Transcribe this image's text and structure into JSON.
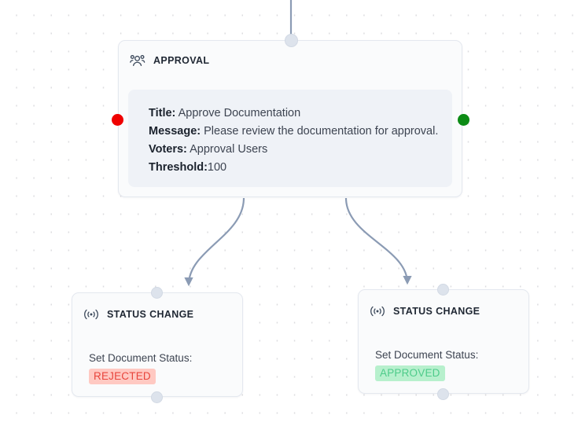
{
  "canvas": {
    "background_color": "#ffffff",
    "dot_grid_color": "#dcdcdf"
  },
  "nodes": {
    "approval": {
      "title": "APPROVAL",
      "icon": "users-group-icon",
      "details": [
        {
          "key": "Title:",
          "value": " Approve Documentation"
        },
        {
          "key": "Message:",
          "value": " Please review the documentation for approval."
        },
        {
          "key": "Voters:",
          "value": " Approval Users"
        },
        {
          "key": "Threshold:",
          "value": "100"
        }
      ],
      "handles": {
        "top": "target-handle",
        "left_label": "reject-output-handle",
        "left_color": "#ef0000",
        "right_label": "approve-output-handle",
        "right_color": "#0c8b15"
      }
    },
    "status_rejected": {
      "title": "STATUS CHANGE",
      "icon": "broadcast-signal-icon",
      "label": "Set Document Status:",
      "badge": "REJECTED",
      "badge_bg": "#ffc9c2",
      "badge_fg": "#e8453c"
    },
    "status_approved": {
      "title": "STATUS CHANGE",
      "icon": "broadcast-signal-icon",
      "label": "Set Document Status:",
      "badge": "APPROVED",
      "badge_bg": "#b7f0cd",
      "badge_fg": "#4ecb8a"
    }
  },
  "edges": {
    "color": "#8b9bb4",
    "incoming_to_approval": "edge-into-approval",
    "approval_to_rejected": "edge-approval-to-rejected",
    "approval_to_approved": "edge-approval-to-approved"
  }
}
